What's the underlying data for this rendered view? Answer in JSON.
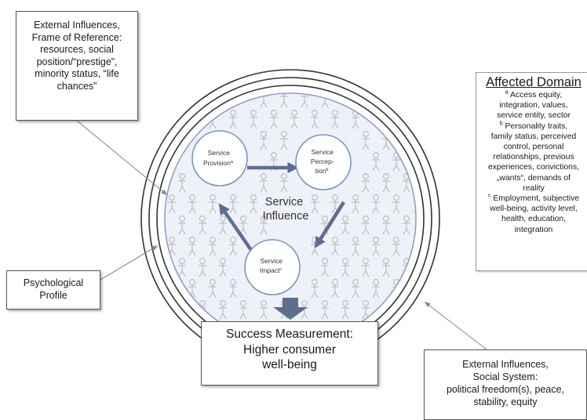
{
  "frame_of_reference": {
    "lines": [
      "External Influences,",
      "Frame of Reference:",
      "resources, social",
      "position/“prestige”,",
      "minority status, “life",
      "chances”"
    ]
  },
  "psychological_profile": {
    "lines": [
      "Psychological",
      "Profile"
    ]
  },
  "social_system": {
    "lines": [
      "External Influences,",
      "Social System:",
      "political freedom(s), peace,",
      "stability, equity"
    ]
  },
  "success": {
    "lines": [
      "Success Measurement:",
      "Higher consumer",
      "well-being"
    ]
  },
  "affected_domain": {
    "title": "Affected Domain",
    "groups": [
      {
        "marker": "a",
        "lines": [
          "Access equity,",
          "integration, values,",
          "service entity, sector"
        ]
      },
      {
        "marker": "b",
        "lines": [
          "Personality traits,",
          "family status, perceived",
          "control, personal",
          "relationships, previous",
          "experiences, convictions,",
          "„wants“, demands of",
          "reality"
        ]
      },
      {
        "marker": "c",
        "lines": [
          "Employment, subjective",
          "well-being, activity level,",
          "health, education,",
          "integration"
        ]
      }
    ]
  },
  "center": {
    "title_lines": [
      "Service",
      "Influence"
    ]
  },
  "nodes": [
    {
      "id": "provision",
      "lines": [
        "Service",
        "Provision"
      ],
      "marker": "a"
    },
    {
      "id": "perception",
      "lines": [
        "Service",
        "Percep-",
        "tion"
      ],
      "marker": "b"
    },
    {
      "id": "impact",
      "lines": [
        "Service",
        "Impact"
      ],
      "marker": "c"
    }
  ],
  "colors": {
    "arrow": "#5e6f8e",
    "inner_fill": "#eef1f8",
    "ring_stroke": "#333333",
    "figure_stroke": "#b5b5b5",
    "leader": "#8a8a8a"
  }
}
